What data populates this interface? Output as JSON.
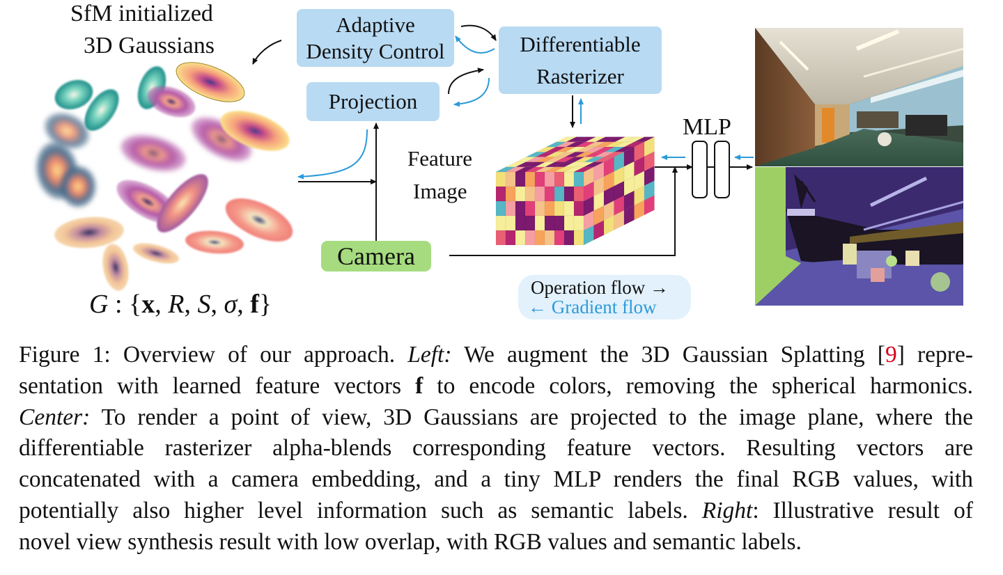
{
  "figure": {
    "gaussians_label_line1": "SfM initialized",
    "gaussians_label_line2": "3D Gaussians",
    "formula": {
      "G": "G",
      "colon_brace": " : {",
      "x": "x",
      "R": "R",
      "S": "S",
      "sigma": "σ",
      "f": "f",
      "close": "}",
      "sep": ", "
    },
    "adaptive_density_line1": "Adaptive",
    "adaptive_density_line2": "Density Control",
    "rasterizer_line1": "Differentiable",
    "rasterizer_line2": "Rasterizer",
    "projection": "Projection",
    "feature_image_line1": "Feature",
    "feature_image_line2": "Image",
    "camera": "Camera",
    "mlp": "MLP",
    "legend_operation": "Operation flow →",
    "legend_gradient": "← Gradient flow"
  },
  "colors": {
    "box_blue": "#b8daf3",
    "camera_green": "#a6dc7f",
    "gradient_arrow": "#2c9ad8",
    "legend_bg": "#e2f1fb",
    "citation": "#d9001b"
  },
  "caption": {
    "fig_label": "Figure 1:",
    "overview": "Overview of our approach.",
    "left_label": "Left:",
    "left_text_1": "We augment the 3D Gaussian Splatting [",
    "citation": "9",
    "left_text_2": "] repre-",
    "line2_a": "sentation with learned feature vectors ",
    "line2_f": "f",
    "line2_b": " to encode colors, removing the spherical harmonics.",
    "center_label": "Center:",
    "center_text_1": " To render a point of view, 3D Gaussians are projected to the image plane, where the",
    "line4": "differentiable rasterizer alpha-blends corresponding feature vectors. Resulting vectors are",
    "line5": "concatenated with a camera embedding, and a tiny MLP renders the final RGB values, with",
    "line6_a": "potentially also higher level information such as semantic labels. ",
    "right_label": "Right",
    "line6_b": ": Illustrative result of",
    "line7": "novel view synthesis result with low overlap, with RGB values and semantic labels."
  }
}
